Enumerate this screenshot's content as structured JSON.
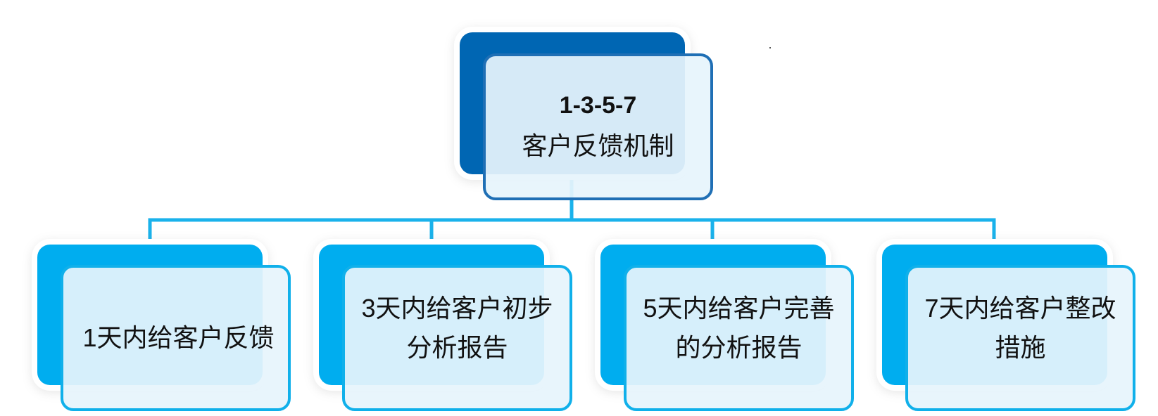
{
  "colors": {
    "root_back": "#0066b3",
    "root_border": "#1f6fb5",
    "child_back": "#00adef",
    "child_border": "#10b0ea",
    "connector": "#1ab2eb",
    "front_fill": "#e6f4fc"
  },
  "root": {
    "line1": "1-3-5-7",
    "line2": "客户反馈机制"
  },
  "children": [
    {
      "line1": "1天内给客户反馈",
      "line2": ""
    },
    {
      "line1": "3天内给客户初步",
      "line2": "分析报告"
    },
    {
      "line1": "5天内给客户完善",
      "line2": "的分析报告"
    },
    {
      "line1": "7天内给客户整改",
      "line2": "措施"
    }
  ]
}
